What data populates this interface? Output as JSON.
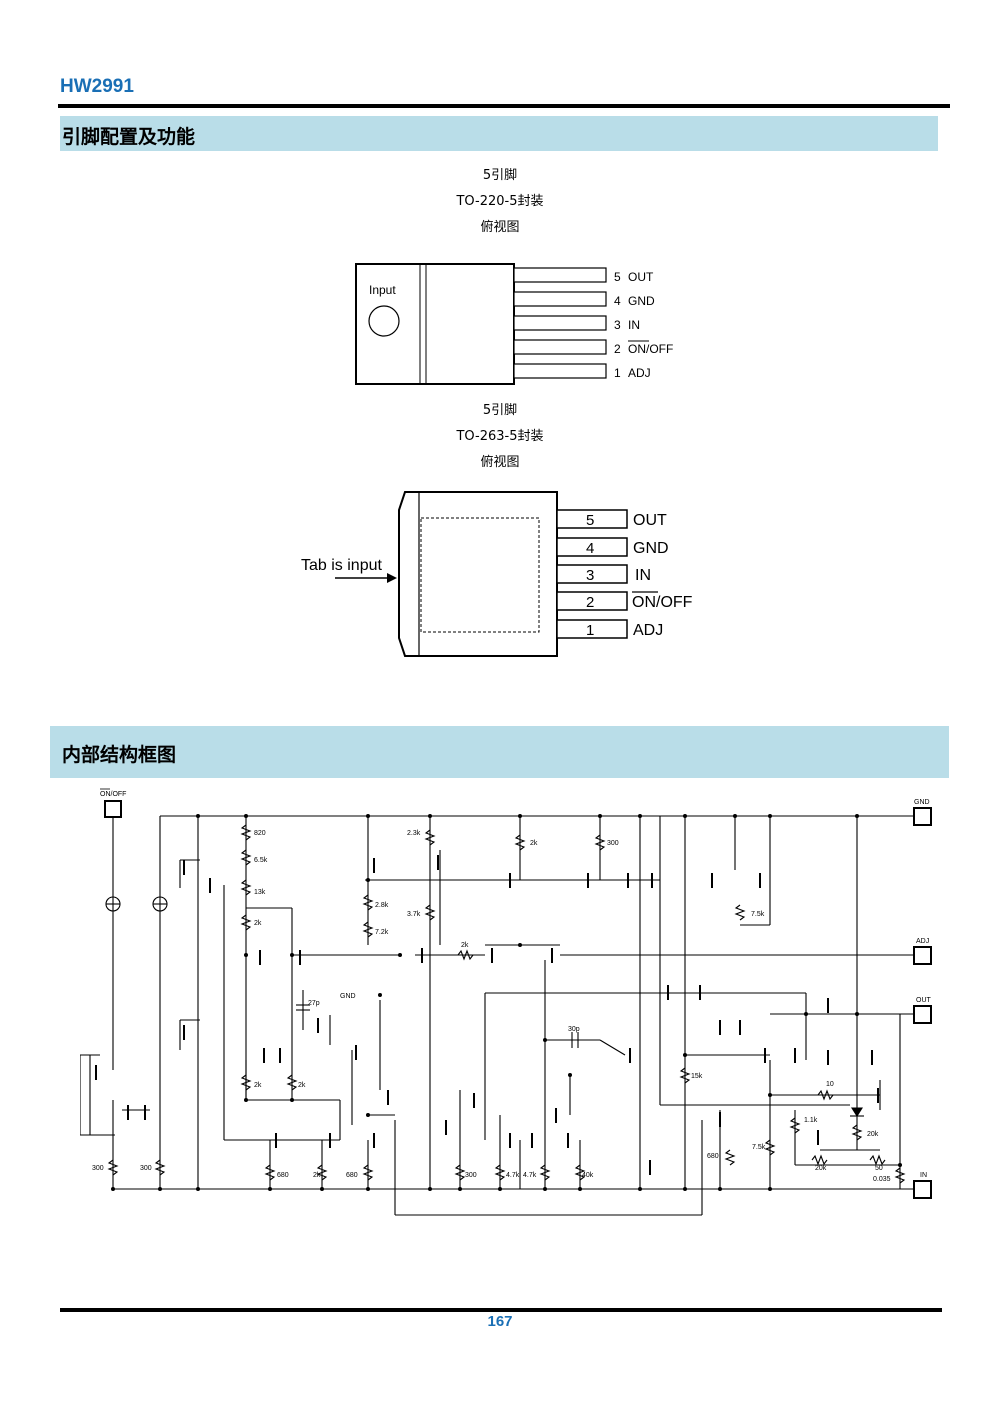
{
  "header": {
    "doc_title": "HW2991",
    "page_number": "167"
  },
  "section1": {
    "title": "引脚配置及功能",
    "pkg1": {
      "pins_line": "5引脚",
      "package_line": "TO-220-5封装",
      "view_line": "俯视图",
      "body_label": "Input",
      "pins": [
        {
          "num": "5",
          "name": "OUT"
        },
        {
          "num": "4",
          "name": "GND"
        },
        {
          "num": "3",
          "name": "IN"
        },
        {
          "num": "2",
          "name": "ON/OFF"
        },
        {
          "num": "1",
          "name": "ADJ"
        }
      ]
    },
    "pkg2": {
      "pins_line": "5引脚",
      "package_line": "TO-263-5封装",
      "view_line": "俯视图",
      "tab_label": "Tab is input",
      "pins": [
        {
          "num": "5",
          "name": "OUT"
        },
        {
          "num": "4",
          "name": "GND"
        },
        {
          "num": "3",
          "name": "IN"
        },
        {
          "num": "2",
          "name": "ON/OFF"
        },
        {
          "num": "1",
          "name": "ADJ"
        }
      ]
    }
  },
  "section2": {
    "title": "内部结构框图",
    "terminals": {
      "on_off": "ON/OFF",
      "gnd": "GND",
      "adj": "ADJ",
      "out": "OUT",
      "in": "IN"
    },
    "cap_gnd_label": "GND",
    "component_labels": [
      "820",
      "6.5k",
      "13k",
      "2k",
      "27p",
      "2k",
      "2k",
      "680",
      "2k",
      "680",
      "2.3k",
      "2.8k",
      "7.2k",
      "3.7k",
      "2k",
      "300",
      "2k",
      "300",
      "30p",
      "4.7k",
      "4.7k",
      "40k",
      "15k",
      "680",
      "7.5k",
      "7.5k",
      "10",
      "1.1k",
      "20k",
      "20k",
      "50",
      "0.035",
      "300",
      "300"
    ]
  }
}
